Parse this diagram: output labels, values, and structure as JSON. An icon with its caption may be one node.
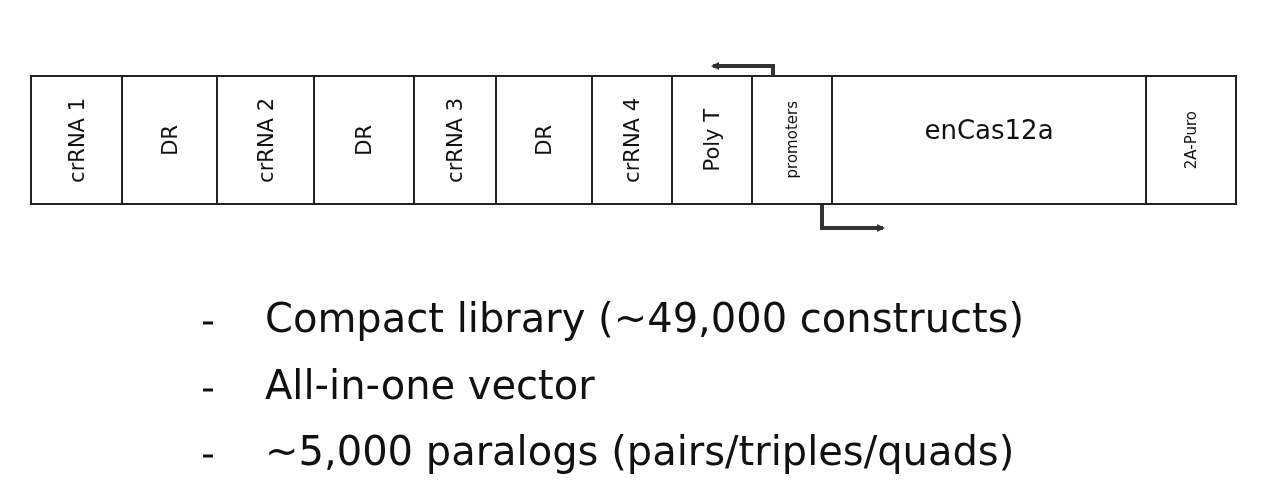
{
  "diagram": {
    "nodes": [
      {
        "text": [
          "crRNA 1"
        ]
      },
      {
        "text": [
          "DR"
        ]
      },
      {
        "text": [
          "crRNA 2"
        ]
      },
      {
        "text": [
          "DR"
        ]
      },
      {
        "text": [
          "crRNA 3"
        ]
      },
      {
        "text": [
          "DR"
        ]
      },
      {
        "text": [
          "crRNA 4"
        ]
      },
      {
        "text": [
          "Poly T"
        ]
      },
      {
        "text": [
          "promoters"
        ]
      },
      {
        "text": [
          "enCas12a"
        ]
      },
      {
        "text": [
          "2A-Puro"
        ]
      }
    ],
    "edges": [
      {
        "from": 8,
        "to": 7,
        "arrow": "to"
      },
      {
        "from": 8,
        "to": 9,
        "arrow": "to"
      }
    ],
    "labels": [
      "Compact library (~49,000 constructs)",
      "All-in-one vector",
      "~5,000 paralogs (pairs/triples/quads)"
    ]
  }
}
